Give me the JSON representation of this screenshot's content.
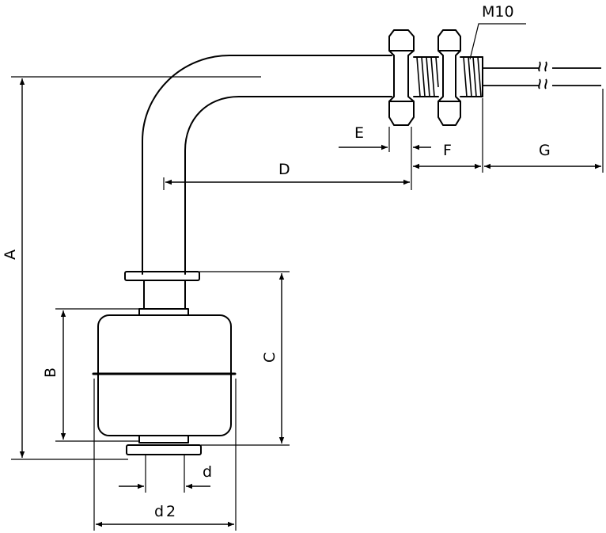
{
  "diagram": {
    "thread_label": "M10",
    "dimensions": {
      "A": "A",
      "B": "B",
      "C": "C",
      "D": "D",
      "E": "E",
      "F": "F",
      "G": "G",
      "d": "d",
      "d2": "d2"
    }
  }
}
